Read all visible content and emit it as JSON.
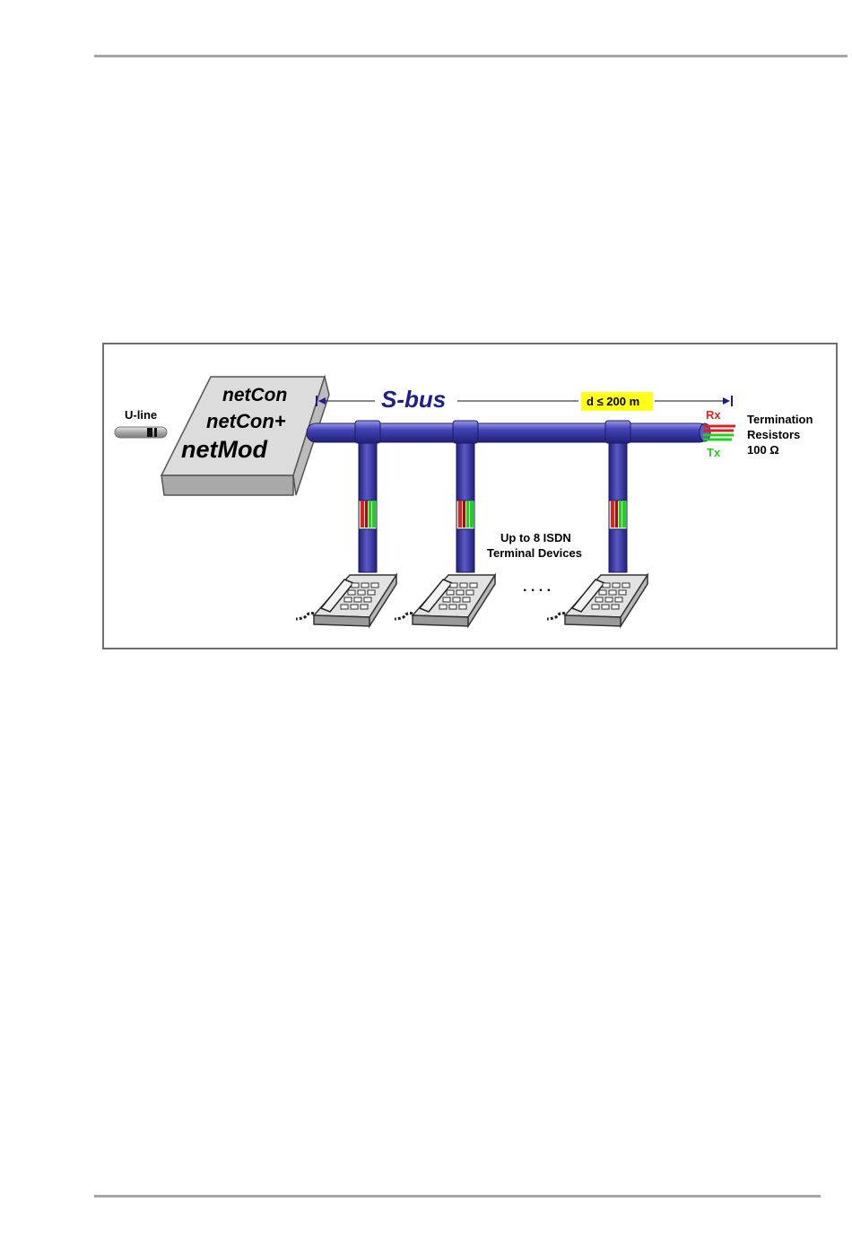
{
  "device_names": [
    "netCon",
    "netCon+",
    "netMod"
  ],
  "u_line_label": "U-line",
  "bus_label": "S-bus",
  "distance_label": "d ≤ 200 m",
  "rx_label": "Rx",
  "tx_label": "Tx",
  "termination_lines": [
    "Termination",
    "Resistors",
    "100 Ω"
  ],
  "terminal_lines": [
    "Up to 8 ISDN",
    "Terminal Devices"
  ],
  "ellipsis": ". . . .",
  "colors": {
    "bus": "#3a3aa8",
    "bus_label": "#1f1f8c",
    "rx": "#e02020",
    "tx": "#22d022",
    "highlight": "#ffff1a",
    "box": "#d8d8d8"
  }
}
